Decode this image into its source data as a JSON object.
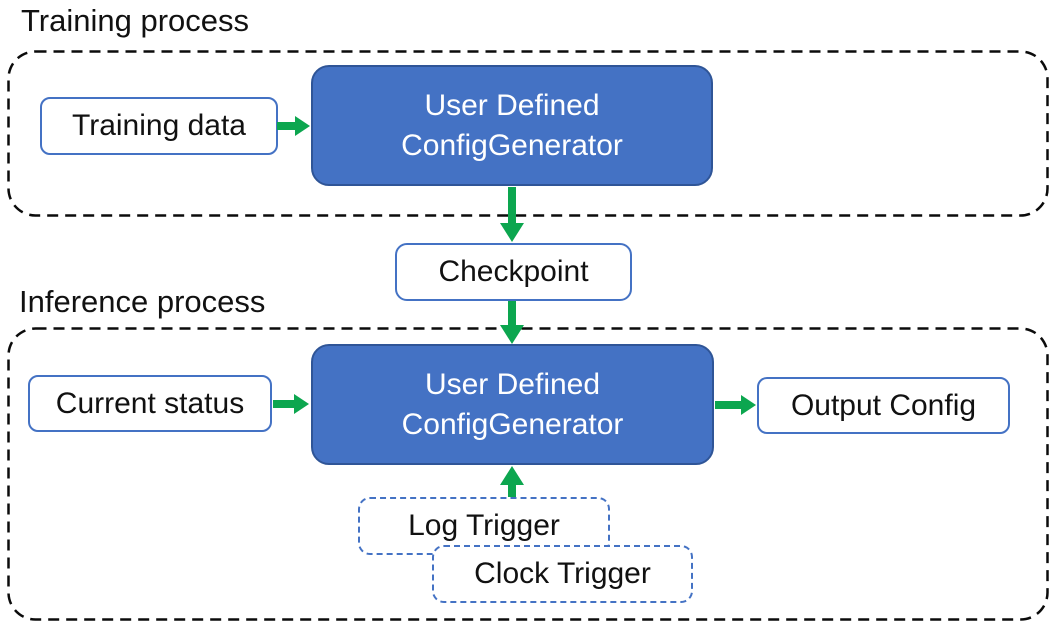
{
  "colors": {
    "box_blue": "#4472C4",
    "box_blue_dark": "#2F5597",
    "arrow_green": "#0CA64F",
    "ink": "#111111"
  },
  "training": {
    "title": "Training process",
    "input_label": "Training data",
    "generator_line1": "User Defined",
    "generator_line2": "ConfigGenerator"
  },
  "checkpoint_label": "Checkpoint",
  "inference": {
    "title": "Inference process",
    "input_label": "Current status",
    "generator_line1": "User Defined",
    "generator_line2": "ConfigGenerator",
    "output_label": "Output Config",
    "log_trigger_label": "Log Trigger",
    "clock_trigger_label": "Clock Trigger"
  }
}
